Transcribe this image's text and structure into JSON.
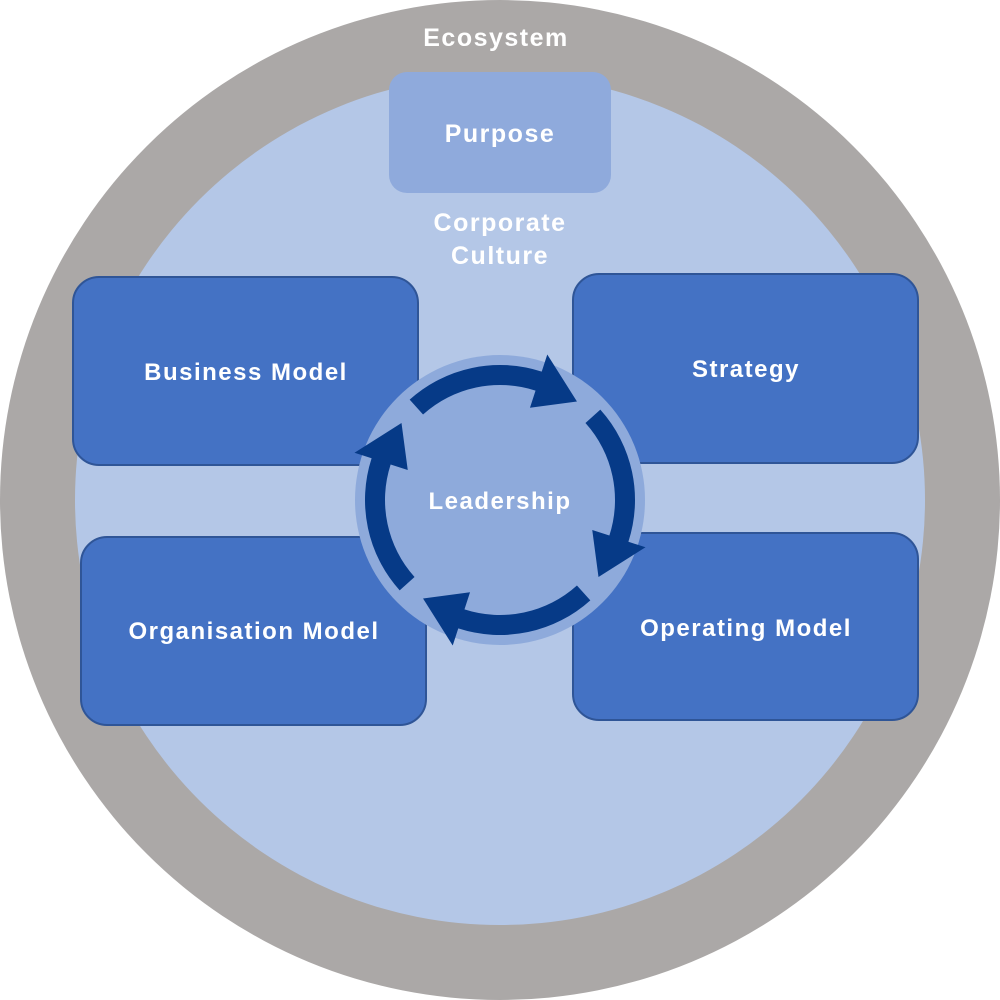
{
  "diagram": {
    "ecosystem": "Ecosystem",
    "purpose": "Purpose",
    "culture_line1": "Corporate",
    "culture_line2": "Culture",
    "leadership": "Leadership",
    "boxes": {
      "business_model": "Business Model",
      "strategy": "Strategy",
      "organisation_model": "Organisation Model",
      "operating_model": "Operating Model"
    }
  },
  "colors": {
    "ecosystem": "#aba8a7",
    "culture": "#b4c7e7",
    "purpose": "#8faadc",
    "box": "#4472c4",
    "box_border": "#2f5597",
    "leadership": "#8eaadb",
    "arrows": "#063a87"
  }
}
